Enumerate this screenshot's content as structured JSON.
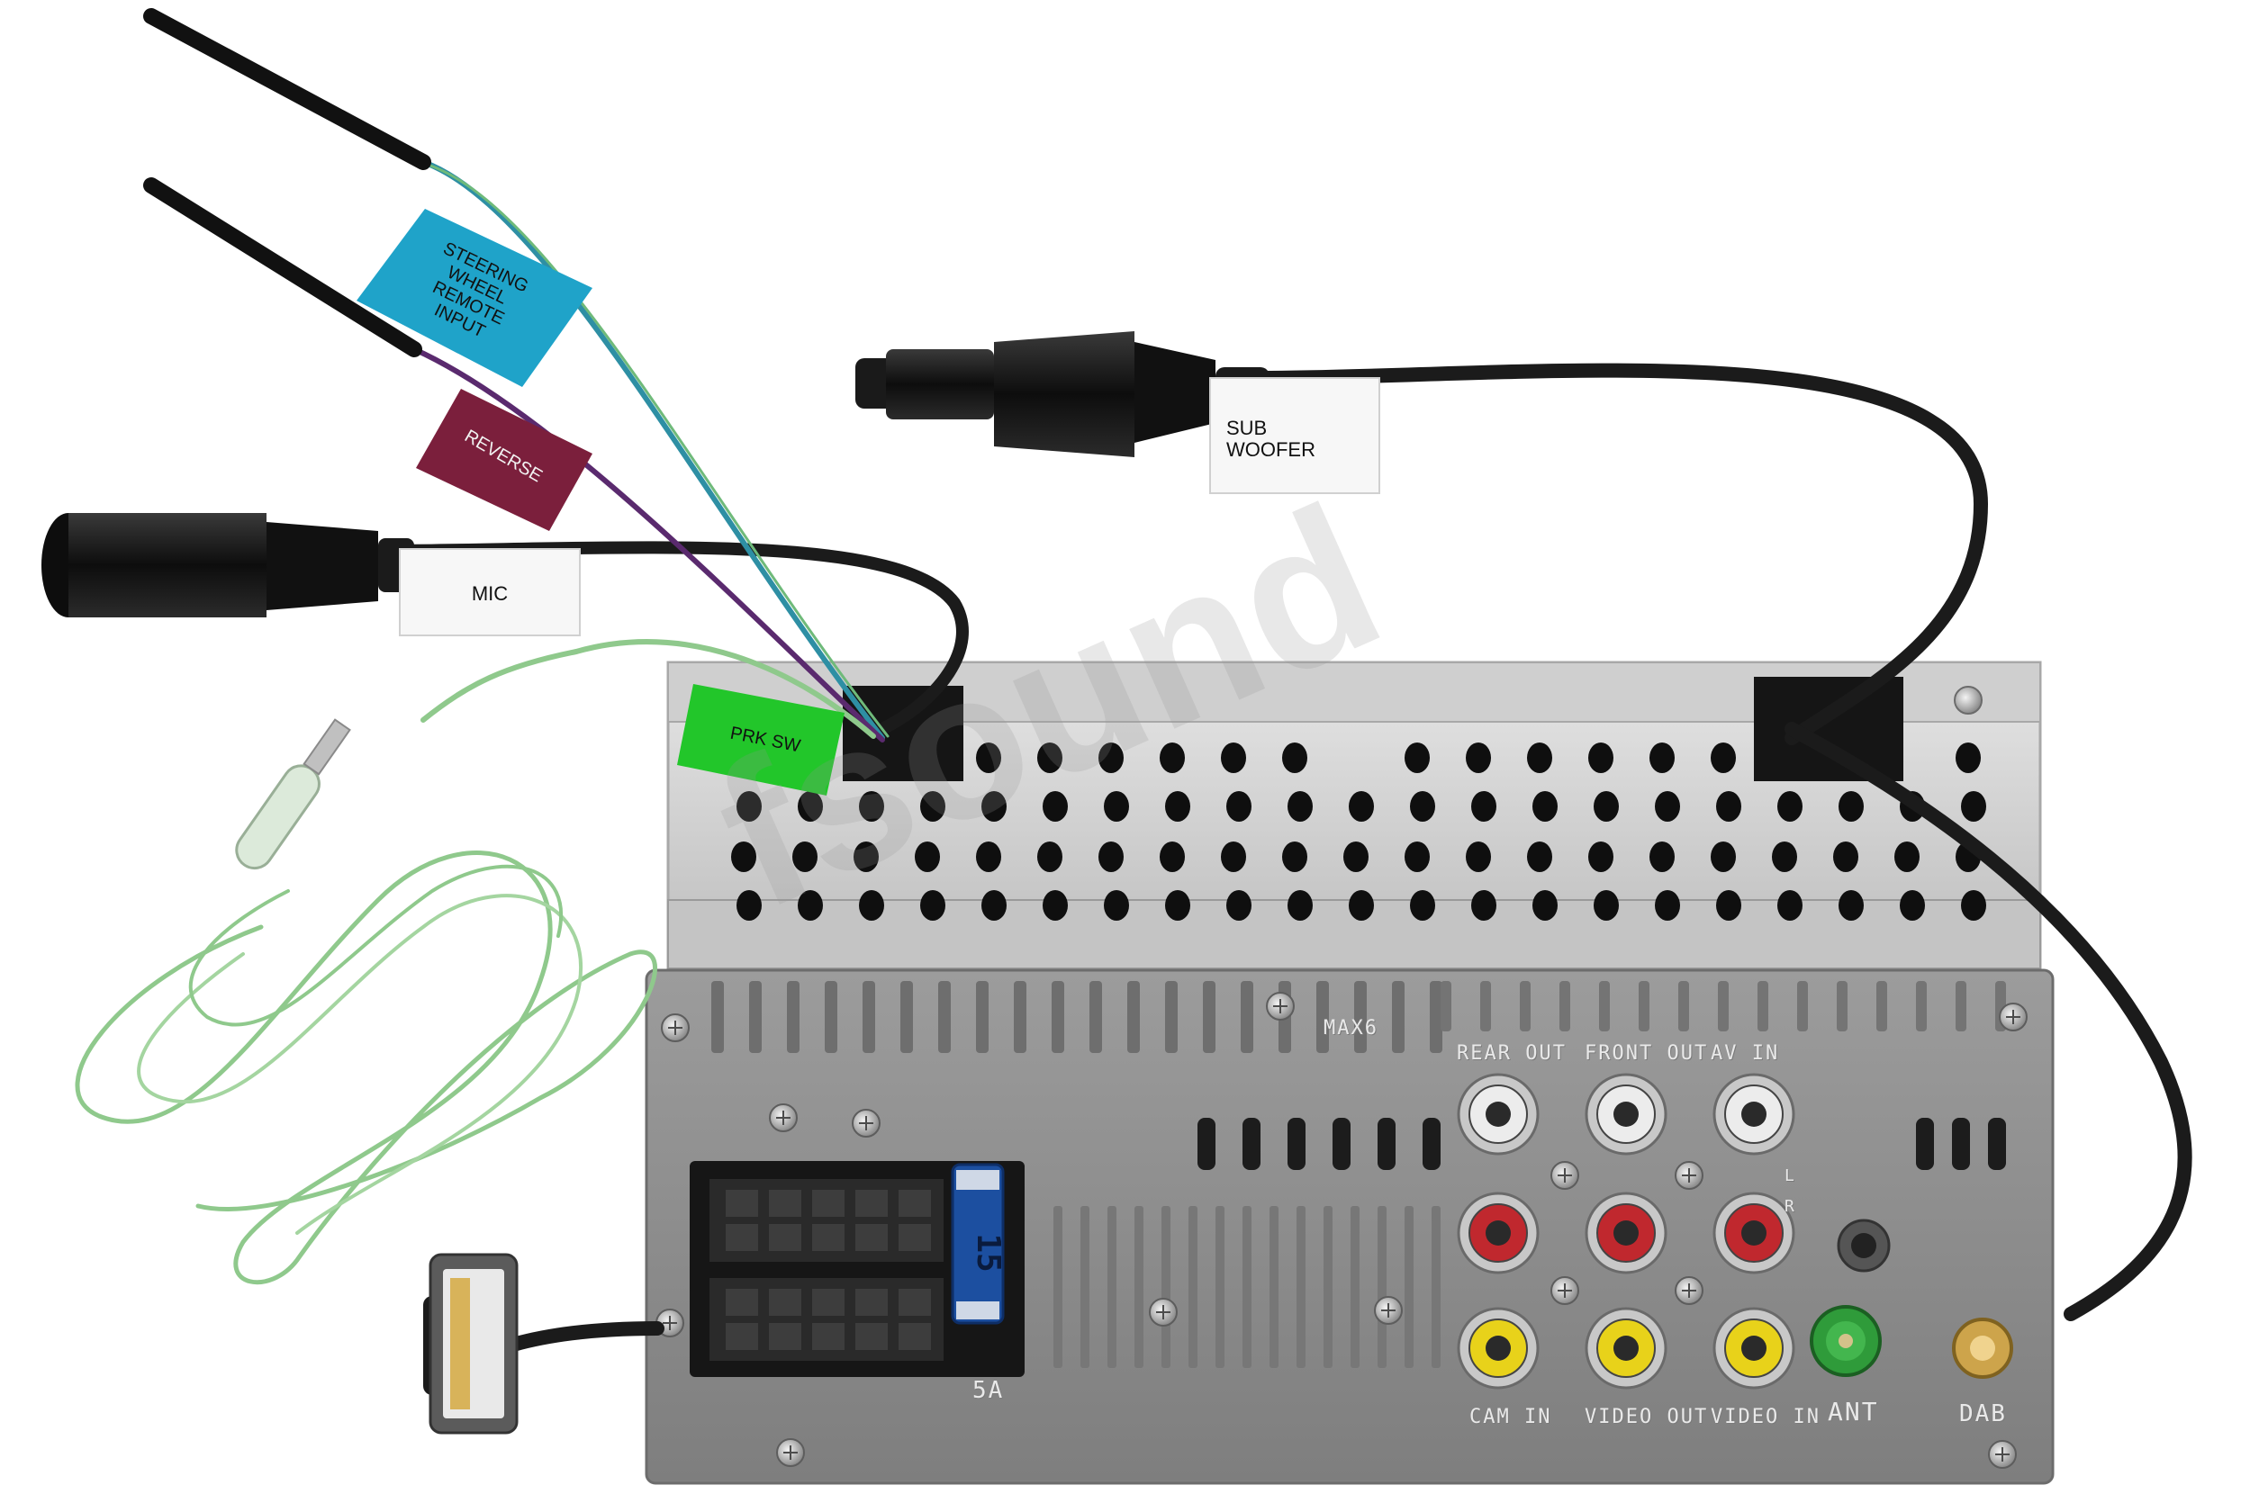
{
  "labels": {
    "steering": "STEERING\nWHEEL\nREMOTE\nINPUT",
    "reverse": "REVERSE",
    "mic": "MIC",
    "prk_sw": "PRK  SW",
    "sub_woofer": "SUB\nWOOFER"
  },
  "unit_print": {
    "max_rating": "MAX6",
    "rear_out": "REAR OUT",
    "front_out": "FRONT OUT",
    "av_in": "AV IN",
    "cam_in": "CAM IN",
    "video_out": "VIDEO OUT",
    "video_in": "VIDEO IN",
    "ant": "ANT",
    "dab": "DAB",
    "fuse_rating": "5A",
    "fuse_value": "15",
    "channel_l": "L",
    "channel_r": "R"
  },
  "watermark": "fsound",
  "colors": {
    "steering_tag": "#1fa3c9",
    "reverse_tag": "#7b1f3c",
    "prk_tag": "#22c62a",
    "white_tag": "#f7f7f7",
    "chassis": "#8f8f8f",
    "top_plate": "#d9d9d9",
    "rca_red": "#c0282e",
    "rca_yellow": "#e8d21a",
    "rca_white": "#ececec",
    "antenna_green": "#2f9b3a",
    "parking_wire": "#8fc98c"
  }
}
